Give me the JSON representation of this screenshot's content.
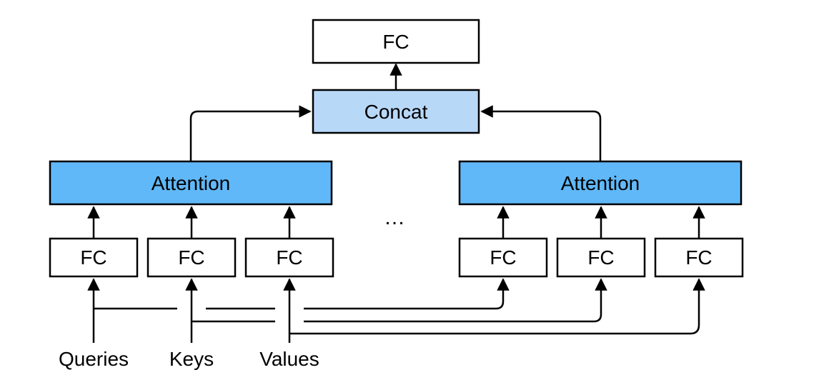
{
  "diagram": {
    "fc_label": "FC",
    "concat_label": "Concat",
    "attention_label": "Attention",
    "ellipsis": "…",
    "inputs": {
      "queries": "Queries",
      "keys": "Keys",
      "values": "Values"
    },
    "colors": {
      "concat_fill": "#b8d8f8",
      "attention_fill": "#60b8f8",
      "fc_fill": "#ffffff",
      "stroke": "#000000"
    }
  }
}
